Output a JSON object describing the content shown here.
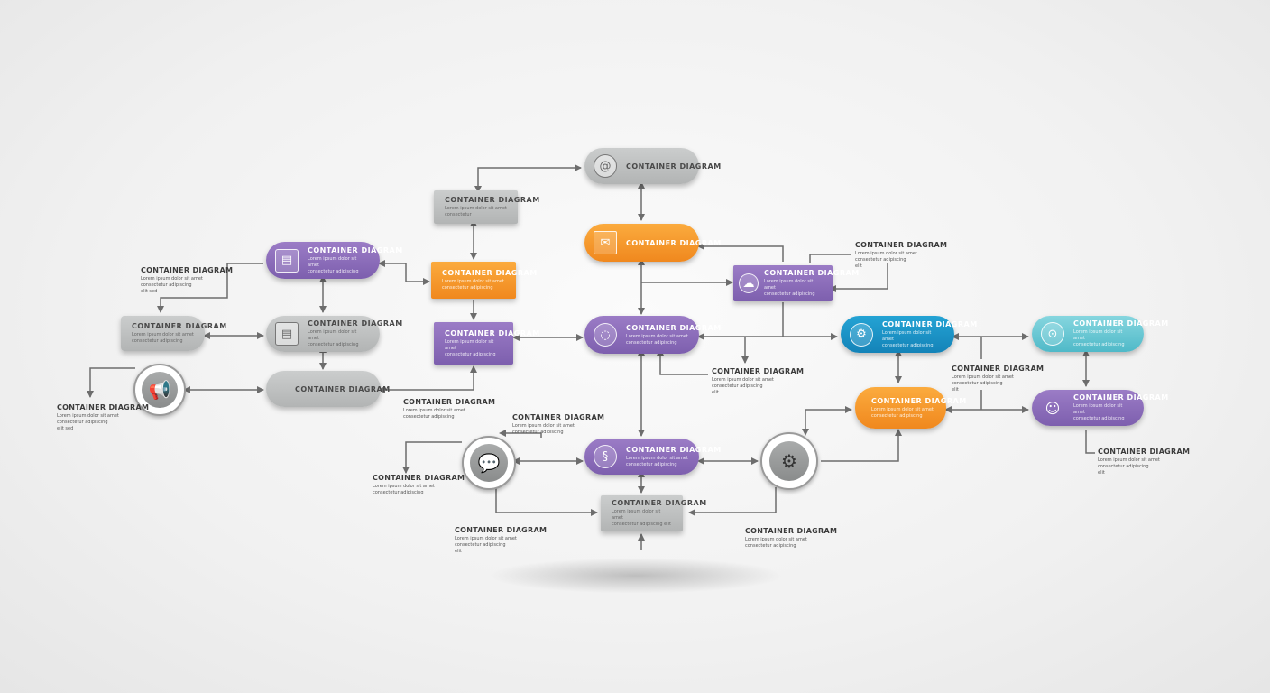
{
  "colors": {
    "gray": "#bcbebe",
    "orange": "#f59a2c",
    "purple": "#8a6cba",
    "blue": "#1b93c6",
    "teal": "#6ec8d4",
    "connector": "#6d6d6d"
  },
  "nodes": {
    "n_top": {
      "title": "CONTAINER DIAGRAM",
      "desc": "",
      "icon": "@"
    },
    "n_orange_top": {
      "title": "CONTAINER DIAGRAM",
      "desc": "",
      "icon": "✉"
    },
    "n_center": {
      "title": "CONTAINER DIAGRAM",
      "desc": "Lorem ipsum dolor sit amet\nconsectetur adipiscing",
      "icon": "◌"
    },
    "n_bottom_purple": {
      "title": "CONTAINER DIAGRAM",
      "desc": "Lorem ipsum dolor sit amet\nconsectetur adipiscing",
      "icon": "§"
    },
    "n_bottom_gray": {
      "title": "CONTAINER DIAGRAM",
      "desc": "Lorem ipsum dolor sit amet\nconsectetur adipiscing elit"
    },
    "n_left_gray_rect": {
      "title": "CONTAINER DIAGRAM",
      "desc": "Lorem ipsum dolor sit amet\nconsectetur"
    },
    "n_left_orange_rect": {
      "title": "CONTAINER DIAGRAM",
      "desc": "Lorem ipsum dolor sit amet\nconsectetur adipiscing"
    },
    "n_left_purple_rect": {
      "title": "CONTAINER DIAGRAM",
      "desc": "Lorem ipsum dolor sit amet\nconsectetur adipiscing"
    },
    "n_left_purple_pill": {
      "title": "CONTAINER DIAGRAM",
      "desc": "Lorem ipsum dolor sit amet\nconsectetur adipiscing",
      "icon": "▤"
    },
    "n_left_gray_pill_mid": {
      "title": "CONTAINER DIAGRAM",
      "desc": "Lorem ipsum dolor sit amet\nconsectetur adipiscing",
      "icon": "▤"
    },
    "n_left_gray_pill_low": {
      "title": "CONTAINER DIAGRAM",
      "desc": ""
    },
    "n_far_left_gray": {
      "title": "CONTAINER DIAGRAM",
      "desc": "Lorem ipsum dolor sit amet\nconsectetur adipiscing"
    },
    "n_right_purple_rect": {
      "title": "CONTAINER DIAGRAM",
      "desc": "Lorem ipsum dolor sit amet\nconsectetur adipiscing",
      "icon": "☁"
    },
    "n_right_blue": {
      "title": "CONTAINER DIAGRAM",
      "desc": "Lorem ipsum dolor sit amet\nconsectetur adipiscing",
      "icon": "⚙"
    },
    "n_right_orange": {
      "title": "CONTAINER DIAGRAM",
      "desc": "Lorem ipsum dolor sit amet\nconsectetur adipiscing"
    },
    "n_far_right_teal": {
      "title": "CONTAINER DIAGRAM",
      "desc": "Lorem ipsum dolor sit amet\nconsectetur adipiscing",
      "icon": "⊙"
    },
    "n_far_right_purple": {
      "title": "CONTAINER DIAGRAM",
      "desc": "Lorem ipsum dolor sit amet\nconsectetur adipiscing",
      "icon": "☺"
    }
  },
  "circles": {
    "c_left": {
      "icon": "megaphone-icon",
      "glyph": "📢"
    },
    "c_mid": {
      "icon": "chat-bubble-icon",
      "glyph": "💬"
    },
    "c_right": {
      "icon": "gears-icon",
      "glyph": "⚙"
    }
  },
  "labels": {
    "l_far_left_top": {
      "title": "CONTAINER DIAGRAM",
      "desc": "Lorem ipsum dolor sit amet\nconsectetur adipiscing\nelit sed"
    },
    "l_far_left_low": {
      "title": "CONTAINER DIAGRAM",
      "desc": "Lorem ipsum dolor sit amet\nconsectetur adipiscing\nelit sed"
    },
    "l_mid_below_gray": {
      "title": "CONTAINER DIAGRAM",
      "desc": "Lorem ipsum dolor sit amet\nconsectetur adipiscing"
    },
    "l_mid_chat_top": {
      "title": "CONTAINER DIAGRAM",
      "desc": "Lorem ipsum dolor sit amet\nconsectetur adipiscing"
    },
    "l_mid_chat_left": {
      "title": "CONTAINER DIAGRAM",
      "desc": "Lorem ipsum dolor sit amet\nconsectetur adipiscing"
    },
    "l_bottom_left": {
      "title": "CONTAINER DIAGRAM",
      "desc": "Lorem ipsum dolor sit amet\nconsectetur adipiscing\nelit"
    },
    "l_bottom_right": {
      "title": "CONTAINER DIAGRAM",
      "desc": "Lorem ipsum dolor sit amet\nconsectetur adipiscing"
    },
    "l_center_right": {
      "title": "CONTAINER DIAGRAM",
      "desc": "Lorem ipsum dolor sit amet\nconsectetur adipiscing\nelit"
    },
    "l_top_right": {
      "title": "CONTAINER DIAGRAM",
      "desc": "Lorem ipsum dolor sit amet\nconsectetur adipiscing\nelit"
    },
    "l_right_mid": {
      "title": "CONTAINER DIAGRAM",
      "desc": "Lorem ipsum dolor sit amet\nconsectetur adipiscing\nelit"
    },
    "l_far_right_low": {
      "title": "CONTAINER DIAGRAM",
      "desc": "Lorem ipsum dolor sit amet\nconsectetur adipiscing\nelit"
    }
  }
}
